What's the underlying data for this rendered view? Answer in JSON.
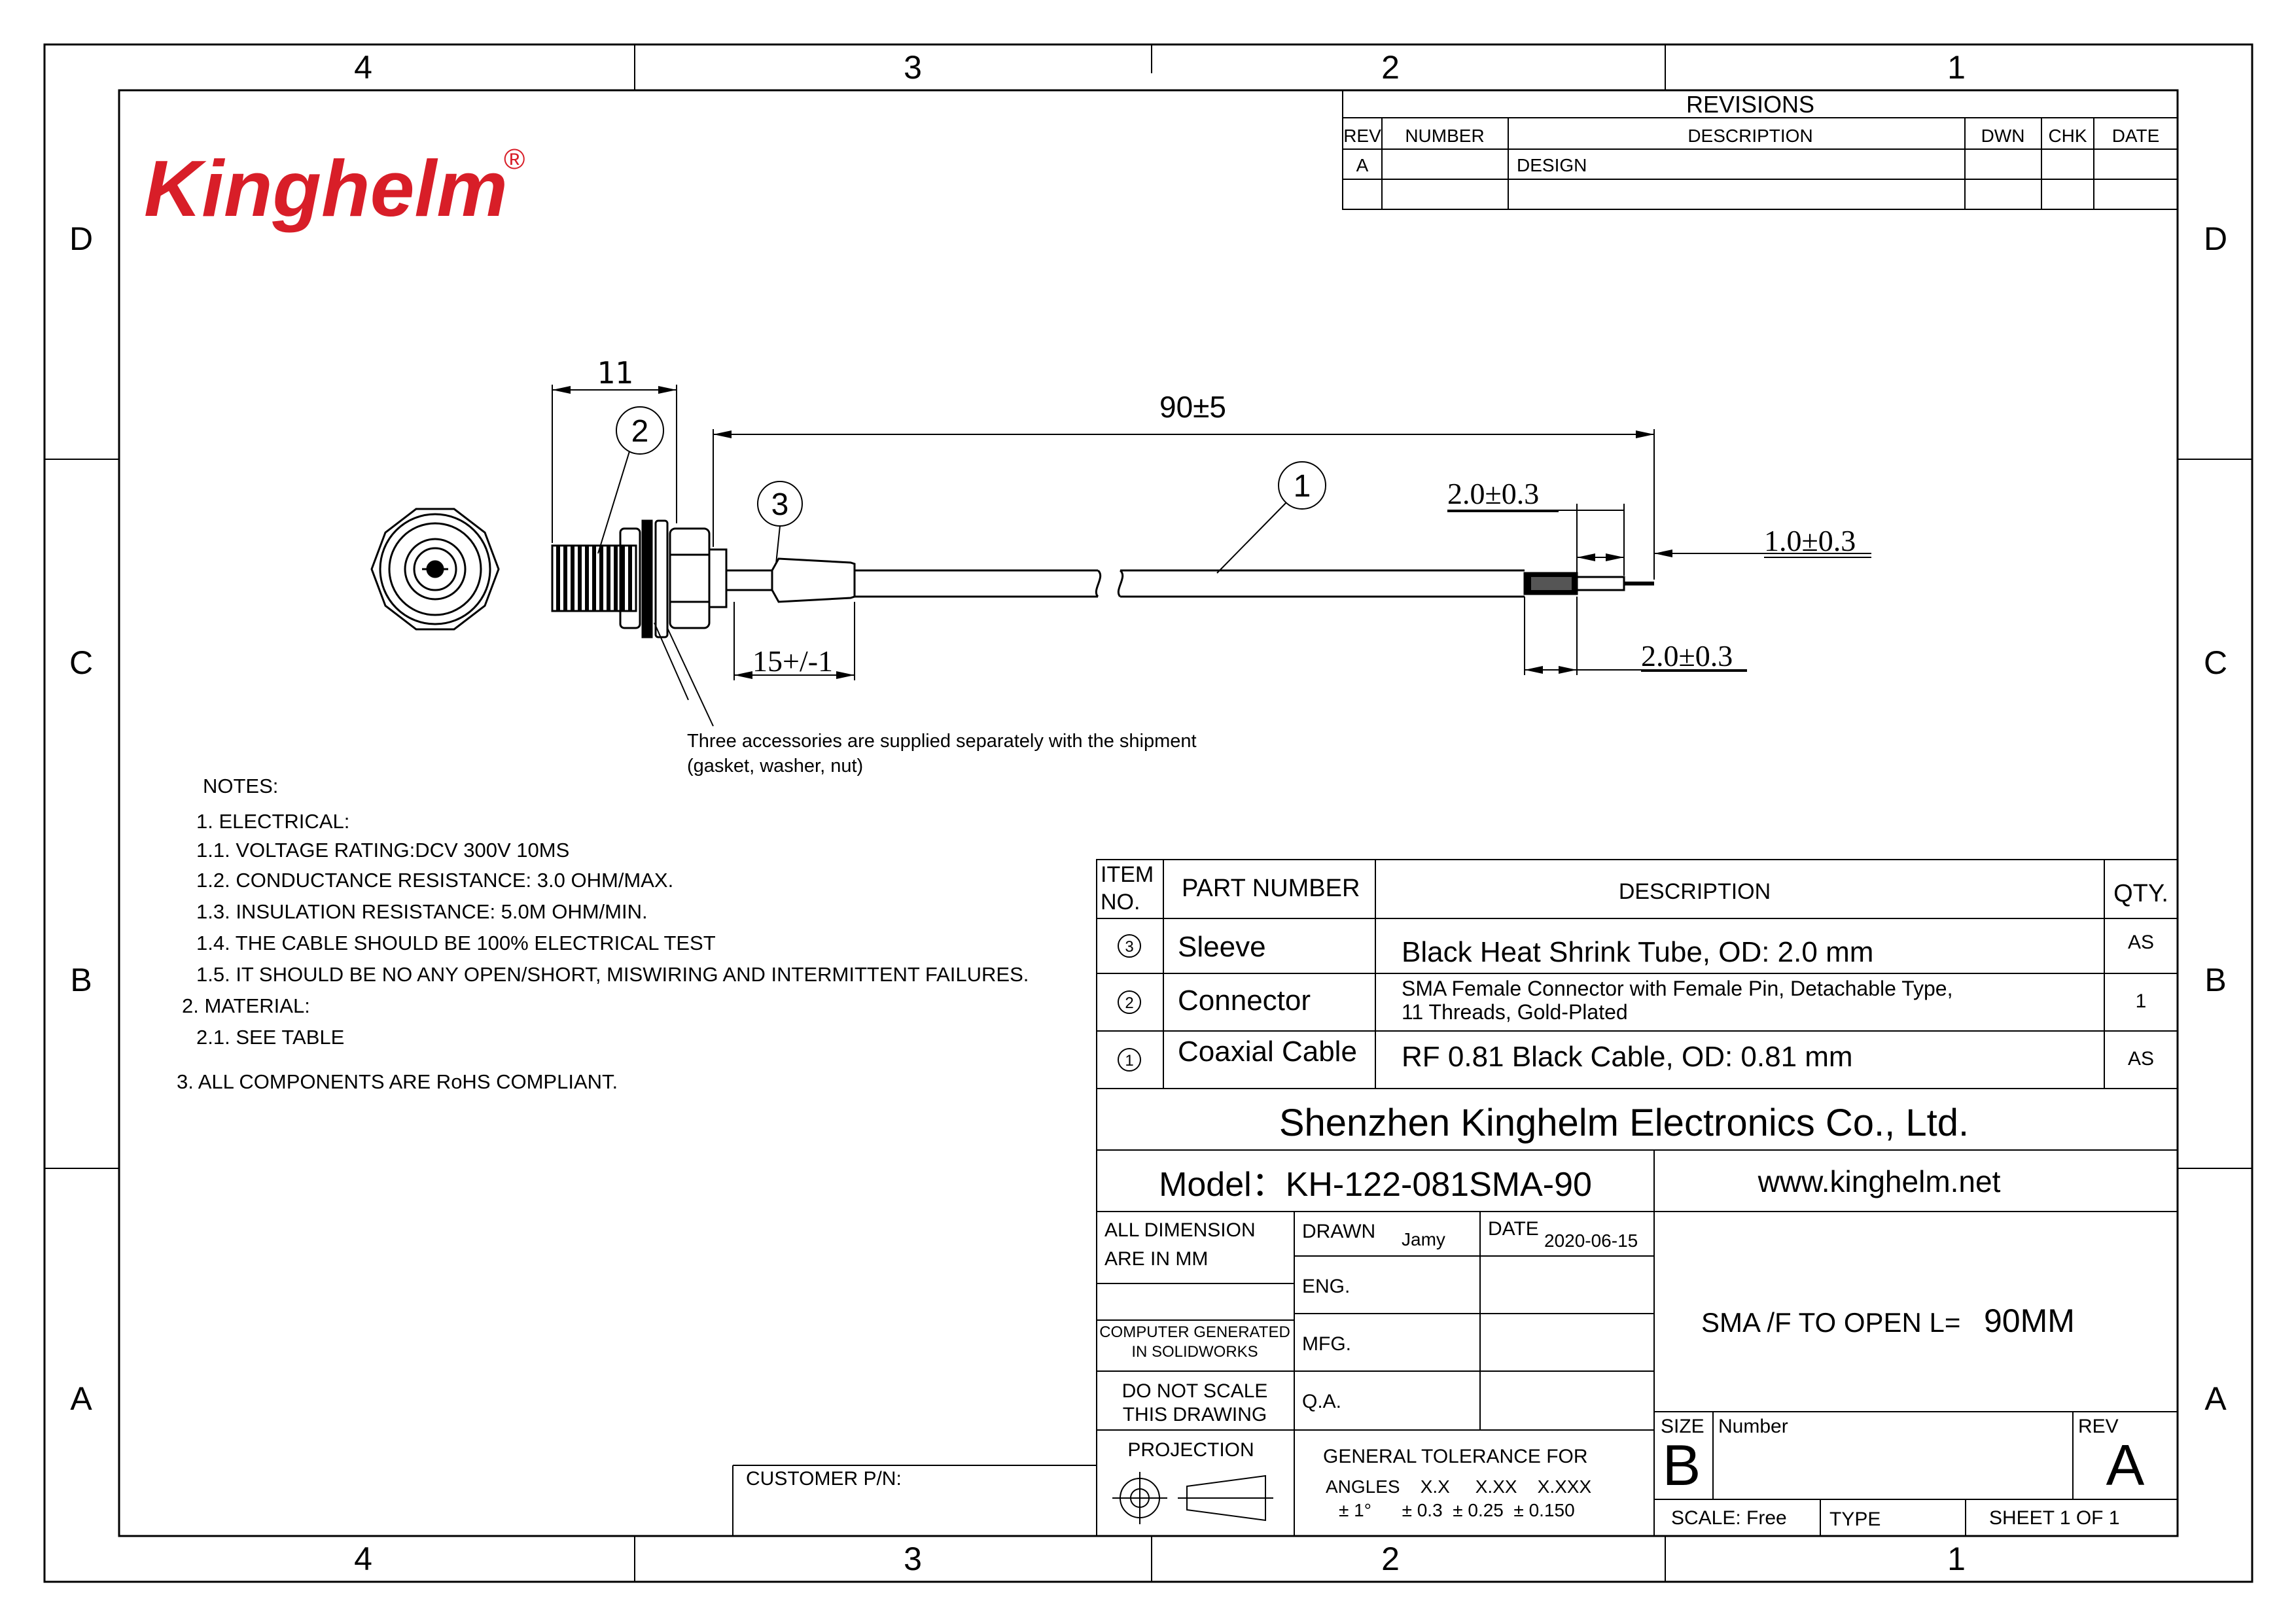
{
  "frame": {
    "col_labels": [
      "4",
      "3",
      "2",
      "1"
    ],
    "row_labels": [
      "D",
      "C",
      "B",
      "A"
    ]
  },
  "logo": {
    "text": "Kinghelm",
    "reg": "®",
    "color": "#d81e28"
  },
  "revisions": {
    "title": "REVISIONS",
    "headers": [
      "REV",
      "NUMBER",
      "DESCRIPTION",
      "DWN",
      "CHK",
      "DATE"
    ],
    "rows": [
      [
        "A",
        "",
        "DESIGN",
        "",
        "",
        ""
      ]
    ]
  },
  "dimensions": {
    "d11": "11",
    "d90": "90±5",
    "d2a": "2.0±0.3",
    "d1": "1.0±0.3",
    "d2b": "2.0±0.3",
    "d15": "15+/-1"
  },
  "balloons": [
    "1",
    "2",
    "3"
  ],
  "accessory_note": {
    "line1": "Three accessories are supplied separately with the shipment",
    "line2": "(gasket, washer, nut)"
  },
  "notes": {
    "title": "NOTES:",
    "lines": [
      "1.  ELECTRICAL:",
      "1.1.  VOLTAGE RATING:DCV 300V 10MS",
      "1.2.  CONDUCTANCE RESISTANCE: 3.0 OHM/MAX.",
      "1.3.  INSULATION RESISTANCE: 5.0M OHM/MIN.",
      "1.4.  THE CABLE SHOULD BE 100% ELECTRICAL TEST",
      "1.5.  IT SHOULD BE NO ANY OPEN/SHORT, MISWIRING AND INTERMITTENT FAILURES.",
      "2.  MATERIAL:",
      "2.1.  SEE TABLE",
      "3.  ALL COMPONENTS ARE RoHS COMPLIANT."
    ]
  },
  "bom": {
    "h_item_1": "ITEM",
    "h_item_2": "NO.",
    "h_part": "PART  NUMBER",
    "h_desc": "DESCRIPTION",
    "h_qty": "QTY.",
    "rows": [
      {
        "item": "3",
        "part": "Sleeve",
        "desc1": "Black Heat Shrink Tube, OD: 2.0 mm",
        "desc2": "",
        "qty": "AS"
      },
      {
        "item": "2",
        "part": "Connector",
        "desc1": "SMA Female Connector with Female Pin, Detachable Type,",
        "desc2": "11 Threads, Gold-Plated",
        "qty": "1"
      },
      {
        "item": "1",
        "part": "Coaxial Cable",
        "desc1": "RF 0.81 Black Cable, OD: 0.81 mm",
        "desc2": "",
        "qty": "AS"
      }
    ]
  },
  "title_block": {
    "company": "Shenzhen Kinghelm Electronics Co., Ltd.",
    "model": "Model：KH-122-081SMA-90",
    "website": "www.kinghelm.net",
    "all_dim_1": "ALL DIMENSION",
    "all_dim_2": "ARE IN MM",
    "drawn_label": "DRAWN",
    "drawn_value": "Jamy",
    "date_label": "DATE",
    "date_value": "2020-06-15",
    "eng": "ENG.",
    "mfg": "MFG.",
    "qa": "Q.A.",
    "comp_gen_1": "COMPUTER GENERATED",
    "comp_gen_2": "IN SOLIDWORKS",
    "no_scale_1": "DO NOT SCALE",
    "no_scale_2": "THIS DRAWING",
    "projection": "PROJECTION",
    "tol_title": "GENERAL TOLERANCE FOR",
    "tol_row1": "ANGLES    X.X     X.XX    X.XXX",
    "tol_row2": "± 1°      ± 0.3  ± 0.25  ± 0.150",
    "title_text": "SMA /F TO OPEN  L=",
    "title_len": "90MM",
    "size_label": "SIZE",
    "size_value": "B",
    "number_label": "Number",
    "rev_label": "REV",
    "rev_value": "A",
    "scale": "SCALE:  Free",
    "type": "TYPE",
    "sheet": "SHEET   1    OF    1",
    "customer_pn": "CUSTOMER P/N:"
  }
}
